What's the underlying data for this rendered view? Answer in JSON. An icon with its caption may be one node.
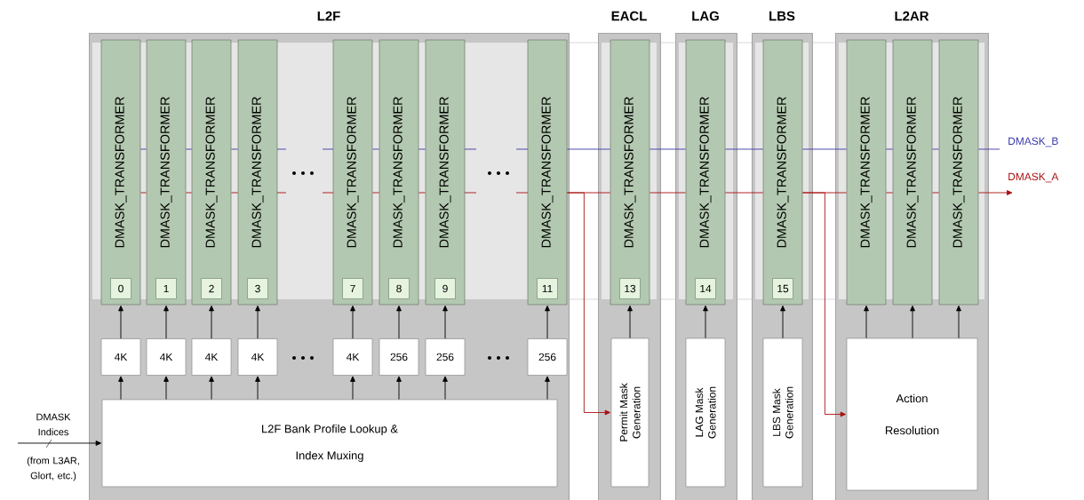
{
  "diagram": {
    "nodes": [
      {
        "text": [
          "L2F"
        ]
      },
      {
        "text": [
          "EACL"
        ]
      },
      {
        "text": [
          "LAG"
        ]
      },
      {
        "text": [
          "LBS"
        ]
      },
      {
        "text": [
          "L2AR"
        ]
      },
      {
        "text": [
          "DMASK_TRANSFORMER",
          "0"
        ],
        "in": 0
      },
      {
        "text": [
          "DMASK_TRANSFORMER",
          "1"
        ],
        "in": 0
      },
      {
        "text": [
          "DMASK_TRANSFORMER",
          "2"
        ],
        "in": 0
      },
      {
        "text": [
          "DMASK_TRANSFORMER",
          "3"
        ],
        "in": 0
      },
      {
        "text": [
          "DMASK_TRANSFORMER",
          "7"
        ],
        "in": 0
      },
      {
        "text": [
          "DMASK_TRANSFORMER",
          "8"
        ],
        "in": 0
      },
      {
        "text": [
          "DMASK_TRANSFORMER",
          "9"
        ],
        "in": 0
      },
      {
        "text": [
          "DMASK_TRANSFORMER",
          "11"
        ],
        "in": 0
      },
      {
        "text": [
          "DMASK_TRANSFORMER",
          "13"
        ],
        "in": 1
      },
      {
        "text": [
          "DMASK_TRANSFORMER",
          "14"
        ],
        "in": 2
      },
      {
        "text": [
          "DMASK_TRANSFORMER",
          "15"
        ],
        "in": 3
      },
      {
        "text": [
          "DMASK_TRANSFORMER"
        ],
        "in": 4
      },
      {
        "text": [
          "DMASK_TRANSFORMER"
        ],
        "in": 4
      },
      {
        "text": [
          "DMASK_TRANSFORMER"
        ],
        "in": 4
      },
      {
        "text": [
          "4K"
        ],
        "in": 0
      },
      {
        "text": [
          "4K"
        ],
        "in": 0
      },
      {
        "text": [
          "4K"
        ],
        "in": 0
      },
      {
        "text": [
          "4K"
        ],
        "in": 0
      },
      {
        "text": [
          "4K"
        ],
        "in": 0
      },
      {
        "text": [
          "256"
        ],
        "in": 0
      },
      {
        "text": [
          "256"
        ],
        "in": 0
      },
      {
        "text": [
          "256"
        ],
        "in": 0
      },
      {
        "text": [
          "L2F Bank Profile Lookup & Index Muxing"
        ],
        "in": 0
      },
      {
        "text": [
          "Permit Mask Generation"
        ],
        "in": 1
      },
      {
        "text": [
          "LAG Mask Generation"
        ],
        "in": 2
      },
      {
        "text": [
          "LBS Mask Generation"
        ],
        "in": 3
      },
      {
        "text": [
          "Action Resolution"
        ],
        "in": 4
      }
    ],
    "edges": [
      {
        "from": 27,
        "to": 19,
        "arrow": "to"
      },
      {
        "from": 27,
        "to": 20,
        "arrow": "to"
      },
      {
        "from": 27,
        "to": 21,
        "arrow": "to"
      },
      {
        "from": 27,
        "to": 22,
        "arrow": "to"
      },
      {
        "from": 27,
        "to": 23,
        "arrow": "to"
      },
      {
        "from": 27,
        "to": 24,
        "arrow": "to"
      },
      {
        "from": 27,
        "to": 25,
        "arrow": "to"
      },
      {
        "from": 27,
        "to": 26,
        "arrow": "to"
      },
      {
        "from": 19,
        "to": 5,
        "arrow": "to"
      },
      {
        "from": 20,
        "to": 6,
        "arrow": "to"
      },
      {
        "from": 21,
        "to": 7,
        "arrow": "to"
      },
      {
        "from": 22,
        "to": 8,
        "arrow": "to"
      },
      {
        "from": 23,
        "to": 9,
        "arrow": "to"
      },
      {
        "from": 24,
        "to": 10,
        "arrow": "to"
      },
      {
        "from": 25,
        "to": 11,
        "arrow": "to"
      },
      {
        "from": 26,
        "to": 12,
        "arrow": "to"
      },
      {
        "from": 28,
        "to": 13,
        "arrow": "to"
      },
      {
        "from": 29,
        "to": 14,
        "arrow": "to"
      },
      {
        "from": 30,
        "to": 15,
        "arrow": "to"
      },
      {
        "from": 31,
        "to": 16,
        "arrow": "to"
      },
      {
        "from": 31,
        "to": 17,
        "arrow": "to"
      },
      {
        "from": 31,
        "to": 18,
        "arrow": "to"
      },
      {
        "from": 5,
        "to": 6,
        "arrow": "none",
        "color": "#3a3aaa"
      },
      {
        "from": 6,
        "to": 7,
        "arrow": "none",
        "color": "#3a3aaa"
      },
      {
        "from": 7,
        "to": 8,
        "arrow": "none",
        "color": "#3a3aaa"
      },
      {
        "from": 9,
        "to": 10,
        "arrow": "none",
        "color": "#3a3aaa"
      },
      {
        "from": 10,
        "to": 11,
        "arrow": "none",
        "color": "#3a3aaa"
      },
      {
        "from": 12,
        "to": 13,
        "arrow": "none",
        "color": "#3a3aaa"
      },
      {
        "from": 13,
        "to": 14,
        "arrow": "none",
        "color": "#3a3aaa"
      },
      {
        "from": 14,
        "to": 15,
        "arrow": "none",
        "color": "#3a3aaa"
      },
      {
        "from": 15,
        "to": 16,
        "arrow": "none",
        "color": "#3a3aaa"
      },
      {
        "from": 16,
        "to": 17,
        "arrow": "none",
        "color": "#3a3aaa"
      },
      {
        "from": 17,
        "to": 18,
        "arrow": "none",
        "color": "#3a3aaa"
      },
      {
        "from": 18,
        "to": null,
        "arrow": "none",
        "color": "#3a3aaa",
        "label": "DMASK_B"
      },
      {
        "from": 5,
        "to": 6,
        "arrow": "none",
        "color": "#aa1111"
      },
      {
        "from": 6,
        "to": 7,
        "arrow": "none",
        "color": "#aa1111"
      },
      {
        "from": 7,
        "to": 8,
        "arrow": "none",
        "color": "#aa1111"
      },
      {
        "from": 9,
        "to": 10,
        "arrow": "none",
        "color": "#aa1111"
      },
      {
        "from": 10,
        "to": 11,
        "arrow": "none",
        "color": "#aa1111"
      },
      {
        "from": 12,
        "to": 13,
        "arrow": "none",
        "color": "#aa1111"
      },
      {
        "from": 13,
        "to": 14,
        "arrow": "none",
        "color": "#aa1111"
      },
      {
        "from": 14,
        "to": 15,
        "arrow": "none",
        "color": "#aa1111"
      },
      {
        "from": 15,
        "to": 16,
        "arrow": "none",
        "color": "#aa1111"
      },
      {
        "from": 16,
        "to": 17,
        "arrow": "none",
        "color": "#aa1111"
      },
      {
        "from": 17,
        "to": 18,
        "arrow": "none",
        "color": "#aa1111"
      },
      {
        "from": 18,
        "to": null,
        "arrow": "to",
        "color": "#aa1111",
        "label": "DMASK_A"
      },
      {
        "from": 12,
        "to": 28,
        "arrow": "to",
        "color": "#aa1111"
      },
      {
        "from": 15,
        "to": 31,
        "arrow": "to",
        "color": "#aa1111"
      },
      {
        "from": null,
        "to": 27,
        "arrow": "to",
        "label": "DMASK Indices"
      }
    ],
    "labels": [
      "(from L3AR, Glort, etc.)"
    ]
  }
}
